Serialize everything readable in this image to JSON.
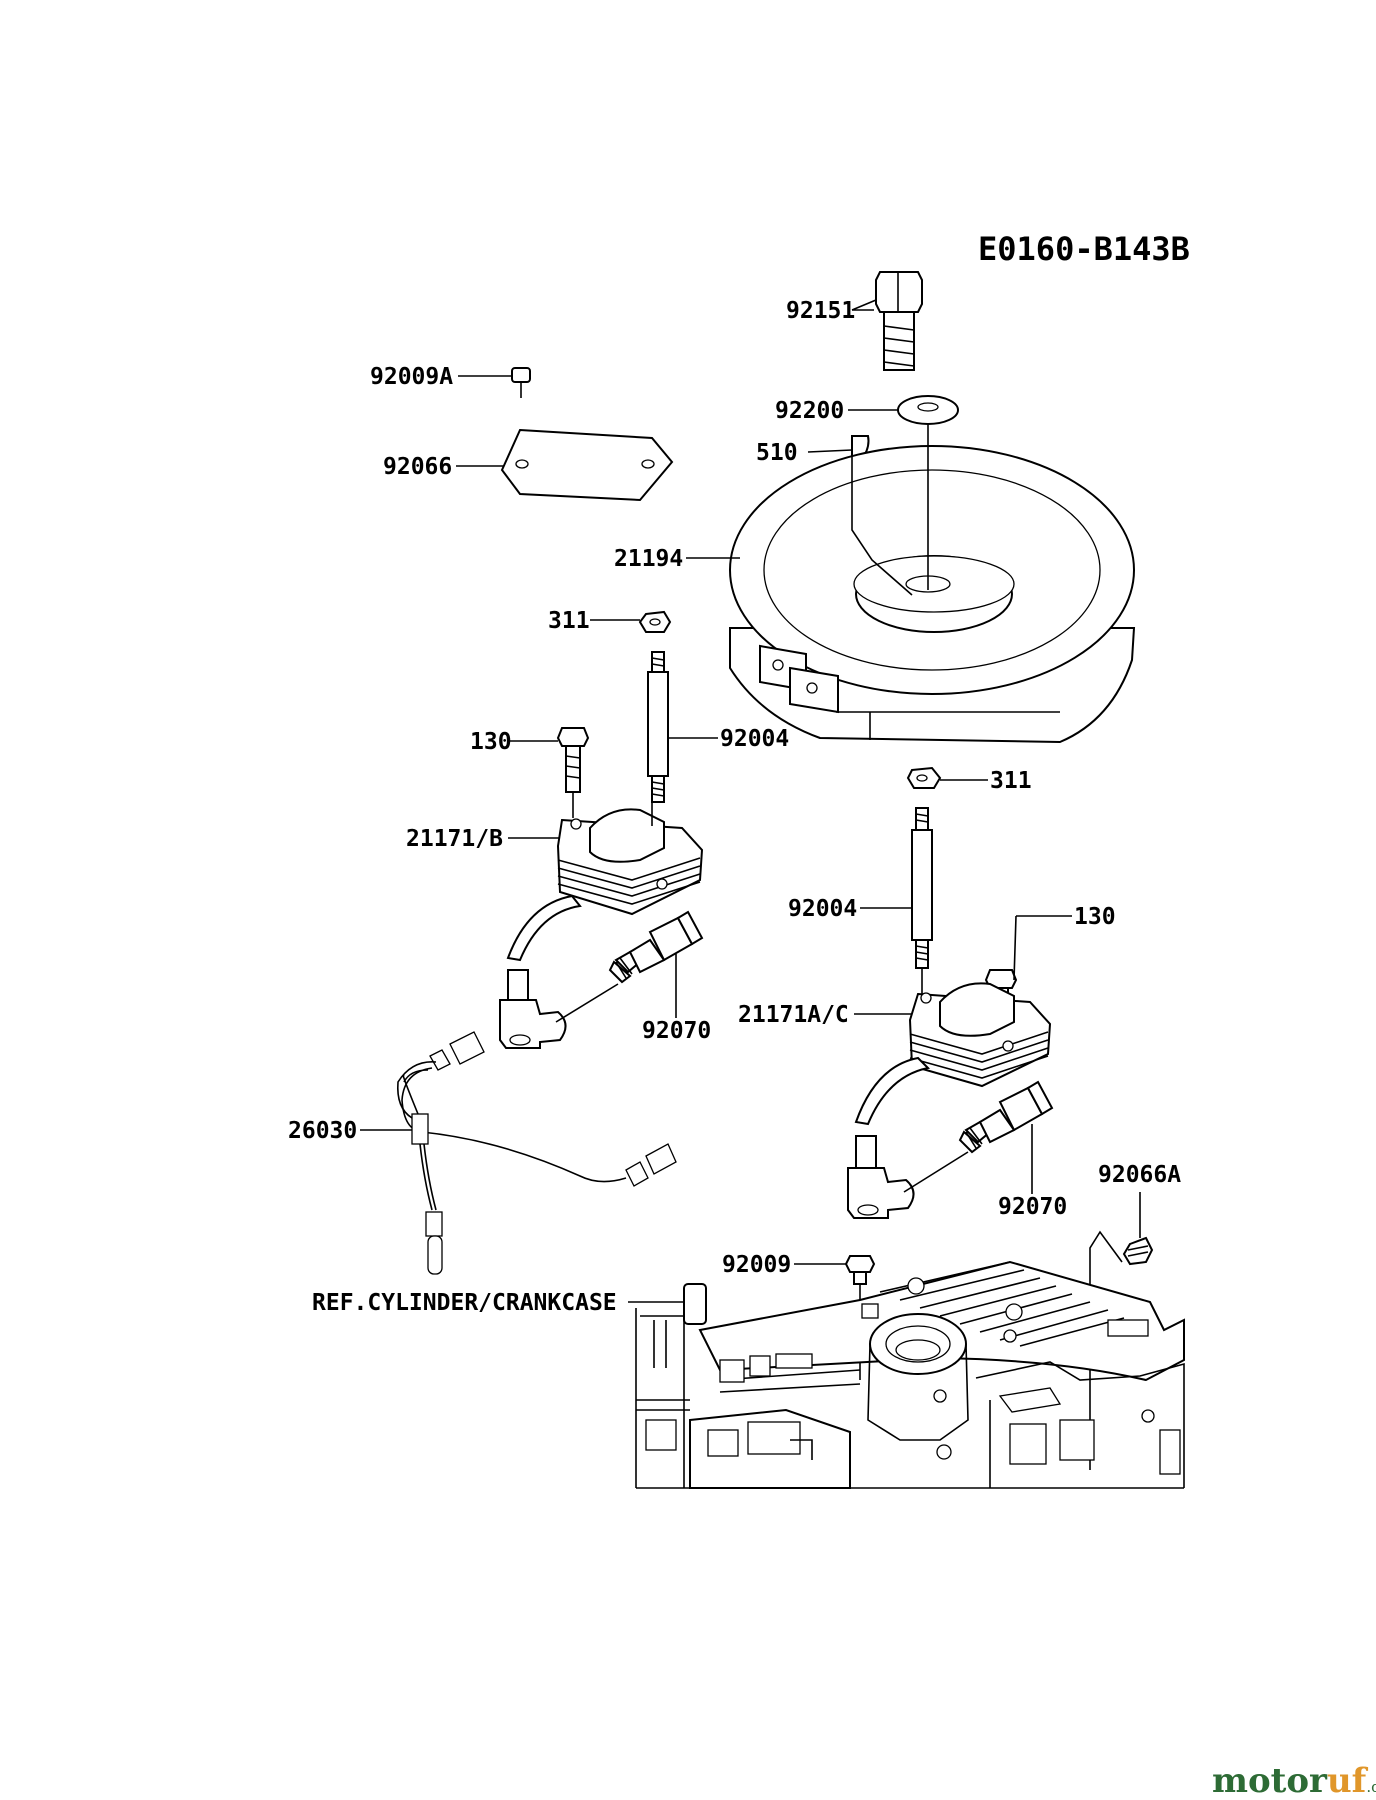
{
  "diagram": {
    "code": "E0160-B143B",
    "labels": {
      "p92151": "92151",
      "p92009a": "92009A",
      "p92200": "92200",
      "p510": "510",
      "p92066": "92066",
      "p21194": "21194",
      "p311_top": "311",
      "p92004_top": "92004",
      "p130_left": "130",
      "p311_right": "311",
      "p21171b": "21171/B",
      "p92004_right": "92004",
      "p130_right": "130",
      "p92070_left": "92070",
      "p21171ac": "21171A/C",
      "p26030": "26030",
      "p92066a": "92066A",
      "p92070_right": "92070",
      "p92009": "92009",
      "ref": "REF.CYLINDER/CRANKCASE"
    }
  },
  "watermark": {
    "part1": "motor",
    "part2": "uf",
    "suffix": ".de"
  }
}
